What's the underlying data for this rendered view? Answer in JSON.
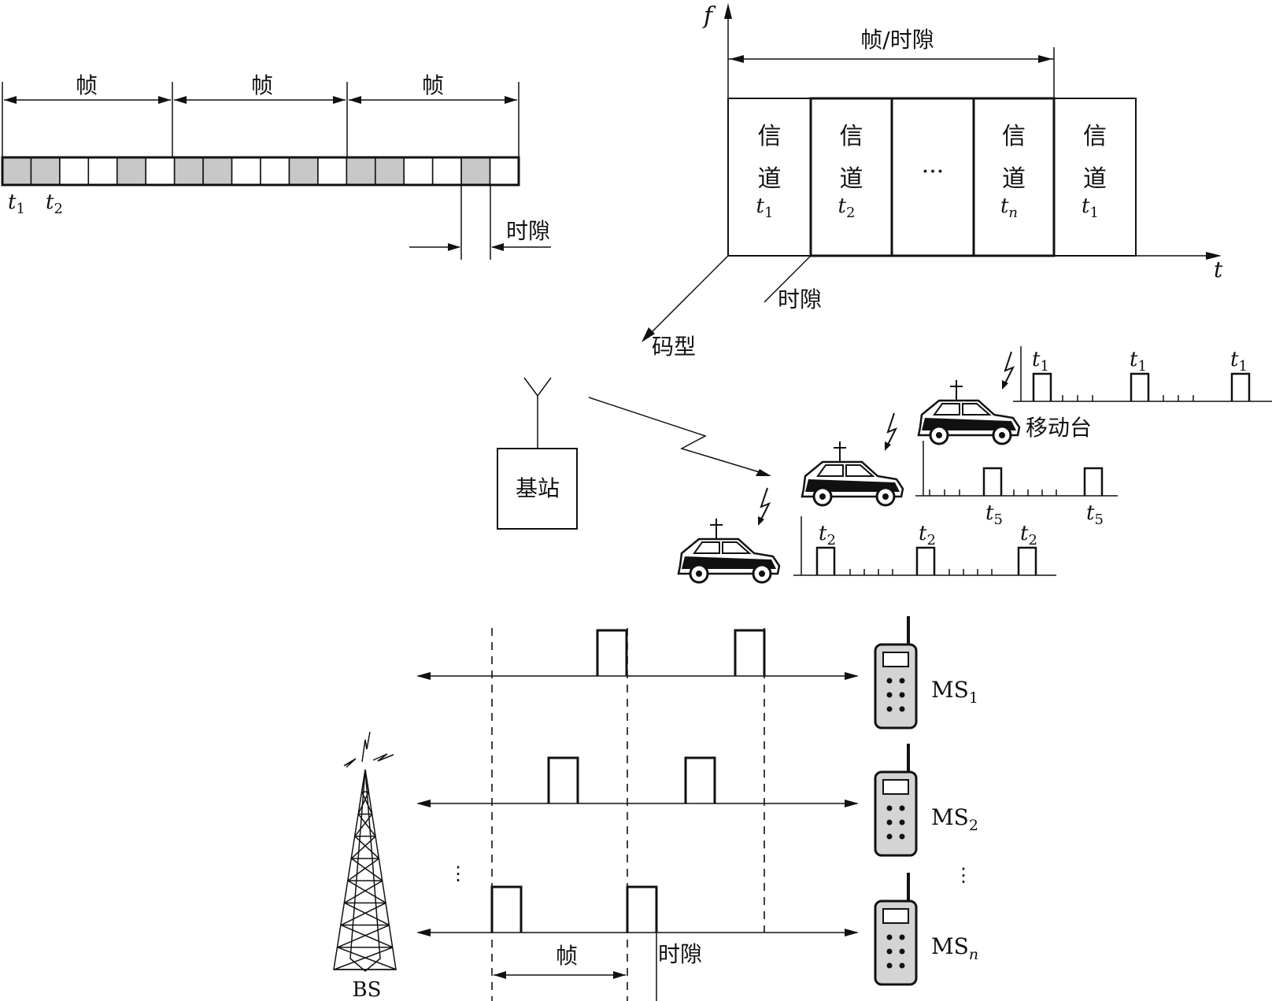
{
  "panel_a": {
    "frame_label": "帧",
    "frame_labels": [
      "帧",
      "帧",
      "帧"
    ],
    "slot_pattern": [
      1,
      1,
      0,
      0,
      1,
      0,
      1,
      1,
      0,
      0,
      1,
      0,
      1,
      1,
      0,
      0,
      1,
      0
    ],
    "t1_label": "t",
    "t1_sub": "1",
    "t2_label": "t",
    "t2_sub": "2",
    "slot_label": "时隙",
    "colors": {
      "filled_slot": "#c8c8c8",
      "empty_slot": "#ffffff"
    }
  },
  "panel_b": {
    "f_axis": "f",
    "t_axis": "t",
    "frame_slot_label": "帧/时隙",
    "slot_label": "时隙",
    "code_label": "码型",
    "channels": [
      {
        "top": "信",
        "mid": "道",
        "var": "t",
        "sub": "1",
        "ellipsis": false
      },
      {
        "top": "信",
        "mid": "道",
        "var": "t",
        "sub": "2",
        "ellipsis": false
      },
      {
        "top": "",
        "mid": "",
        "var": "",
        "sub": "",
        "ellipsis": true,
        "dots": "···"
      },
      {
        "top": "信",
        "mid": "道",
        "var": "t",
        "sub": "n",
        "ellipsis": false
      },
      {
        "top": "信",
        "mid": "道",
        "var": "t",
        "sub": "1",
        "ellipsis": false
      }
    ]
  },
  "panel_c": {
    "base_station_label": "基站",
    "mobile_label": "移动台",
    "pulse_var": "t",
    "trains": [
      {
        "sub": "1",
        "count": 3
      },
      {
        "sub": "5",
        "count": 2
      },
      {
        "sub": "2",
        "count": 3
      }
    ]
  },
  "panel_d": {
    "bs_label": "BS",
    "ms_var": "MS",
    "ms_subs": [
      "1",
      "2",
      "n"
    ],
    "frame_label": "帧",
    "slot_label": "时隙",
    "vdots": "⋮",
    "colors": {
      "phone_body": "#d4d4d4"
    }
  }
}
